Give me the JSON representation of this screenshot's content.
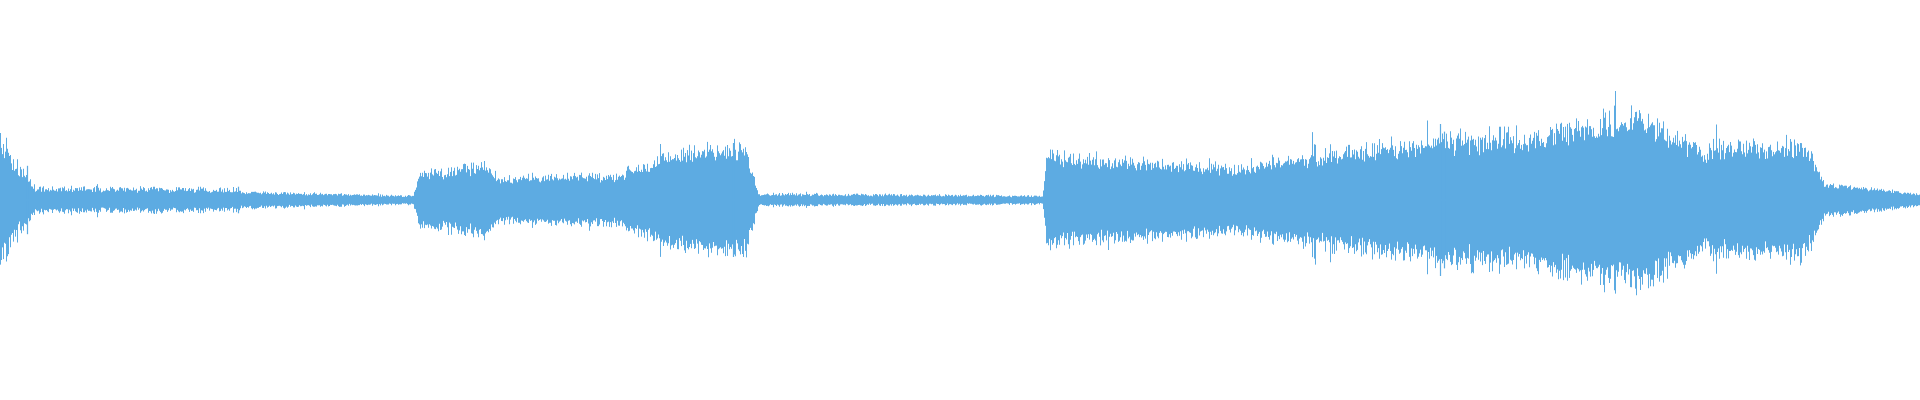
{
  "waveform": {
    "color": "#5DABE2",
    "background": "#FFFFFF",
    "segments": [
      {
        "start": 0.0,
        "end": 0.018,
        "amp_start": 0.28,
        "amp_end": 0.06,
        "texture": 0.55
      },
      {
        "start": 0.018,
        "end": 0.125,
        "amp_start": 0.06,
        "amp_end": 0.05,
        "texture": 0.5
      },
      {
        "start": 0.125,
        "end": 0.215,
        "amp_start": 0.04,
        "amp_end": 0.02,
        "texture": 0.4
      },
      {
        "start": 0.215,
        "end": 0.218,
        "amp_start": 0.02,
        "amp_end": 0.12,
        "texture": 0.2
      },
      {
        "start": 0.218,
        "end": 0.255,
        "amp_start": 0.13,
        "amp_end": 0.17,
        "texture": 0.35
      },
      {
        "start": 0.255,
        "end": 0.258,
        "amp_start": 0.17,
        "amp_end": 0.11,
        "texture": 0.2
      },
      {
        "start": 0.258,
        "end": 0.32,
        "amp_start": 0.11,
        "amp_end": 0.12,
        "texture": 0.3
      },
      {
        "start": 0.32,
        "end": 0.355,
        "amp_start": 0.12,
        "amp_end": 0.24,
        "texture": 0.3
      },
      {
        "start": 0.355,
        "end": 0.388,
        "amp_start": 0.24,
        "amp_end": 0.26,
        "texture": 0.3
      },
      {
        "start": 0.388,
        "end": 0.395,
        "amp_start": 0.26,
        "amp_end": 0.03,
        "texture": 0.4
      },
      {
        "start": 0.395,
        "end": 0.543,
        "amp_start": 0.03,
        "amp_end": 0.02,
        "texture": 0.5
      },
      {
        "start": 0.543,
        "end": 0.545,
        "amp_start": 0.02,
        "amp_end": 0.22,
        "texture": 0.2
      },
      {
        "start": 0.545,
        "end": 0.64,
        "amp_start": 0.22,
        "amp_end": 0.16,
        "texture": 0.3
      },
      {
        "start": 0.64,
        "end": 0.748,
        "amp_start": 0.16,
        "amp_end": 0.3,
        "texture": 0.3
      },
      {
        "start": 0.748,
        "end": 0.79,
        "amp_start": 0.3,
        "amp_end": 0.31,
        "texture": 0.35
      },
      {
        "start": 0.79,
        "end": 0.85,
        "amp_start": 0.31,
        "amp_end": 0.42,
        "texture": 0.3
      },
      {
        "start": 0.85,
        "end": 0.875,
        "amp_start": 0.42,
        "amp_end": 0.32,
        "texture": 0.3
      },
      {
        "start": 0.875,
        "end": 0.89,
        "amp_start": 0.32,
        "amp_end": 0.22,
        "texture": 0.3
      },
      {
        "start": 0.89,
        "end": 0.94,
        "amp_start": 0.26,
        "amp_end": 0.28,
        "texture": 0.3
      },
      {
        "start": 0.94,
        "end": 0.95,
        "amp_start": 0.28,
        "amp_end": 0.08,
        "texture": 0.3
      },
      {
        "start": 0.95,
        "end": 1.0,
        "amp_start": 0.08,
        "amp_end": 0.03,
        "texture": 0.35
      }
    ],
    "spikes": [
      {
        "at": 0.014,
        "amp": 0.18
      },
      {
        "at": 0.124,
        "amp": 0.07
      },
      {
        "at": 0.75,
        "amp": 0.4
      },
      {
        "at": 0.752,
        "amp": 0.36
      },
      {
        "at": 0.382,
        "amp": 0.3
      }
    ]
  }
}
